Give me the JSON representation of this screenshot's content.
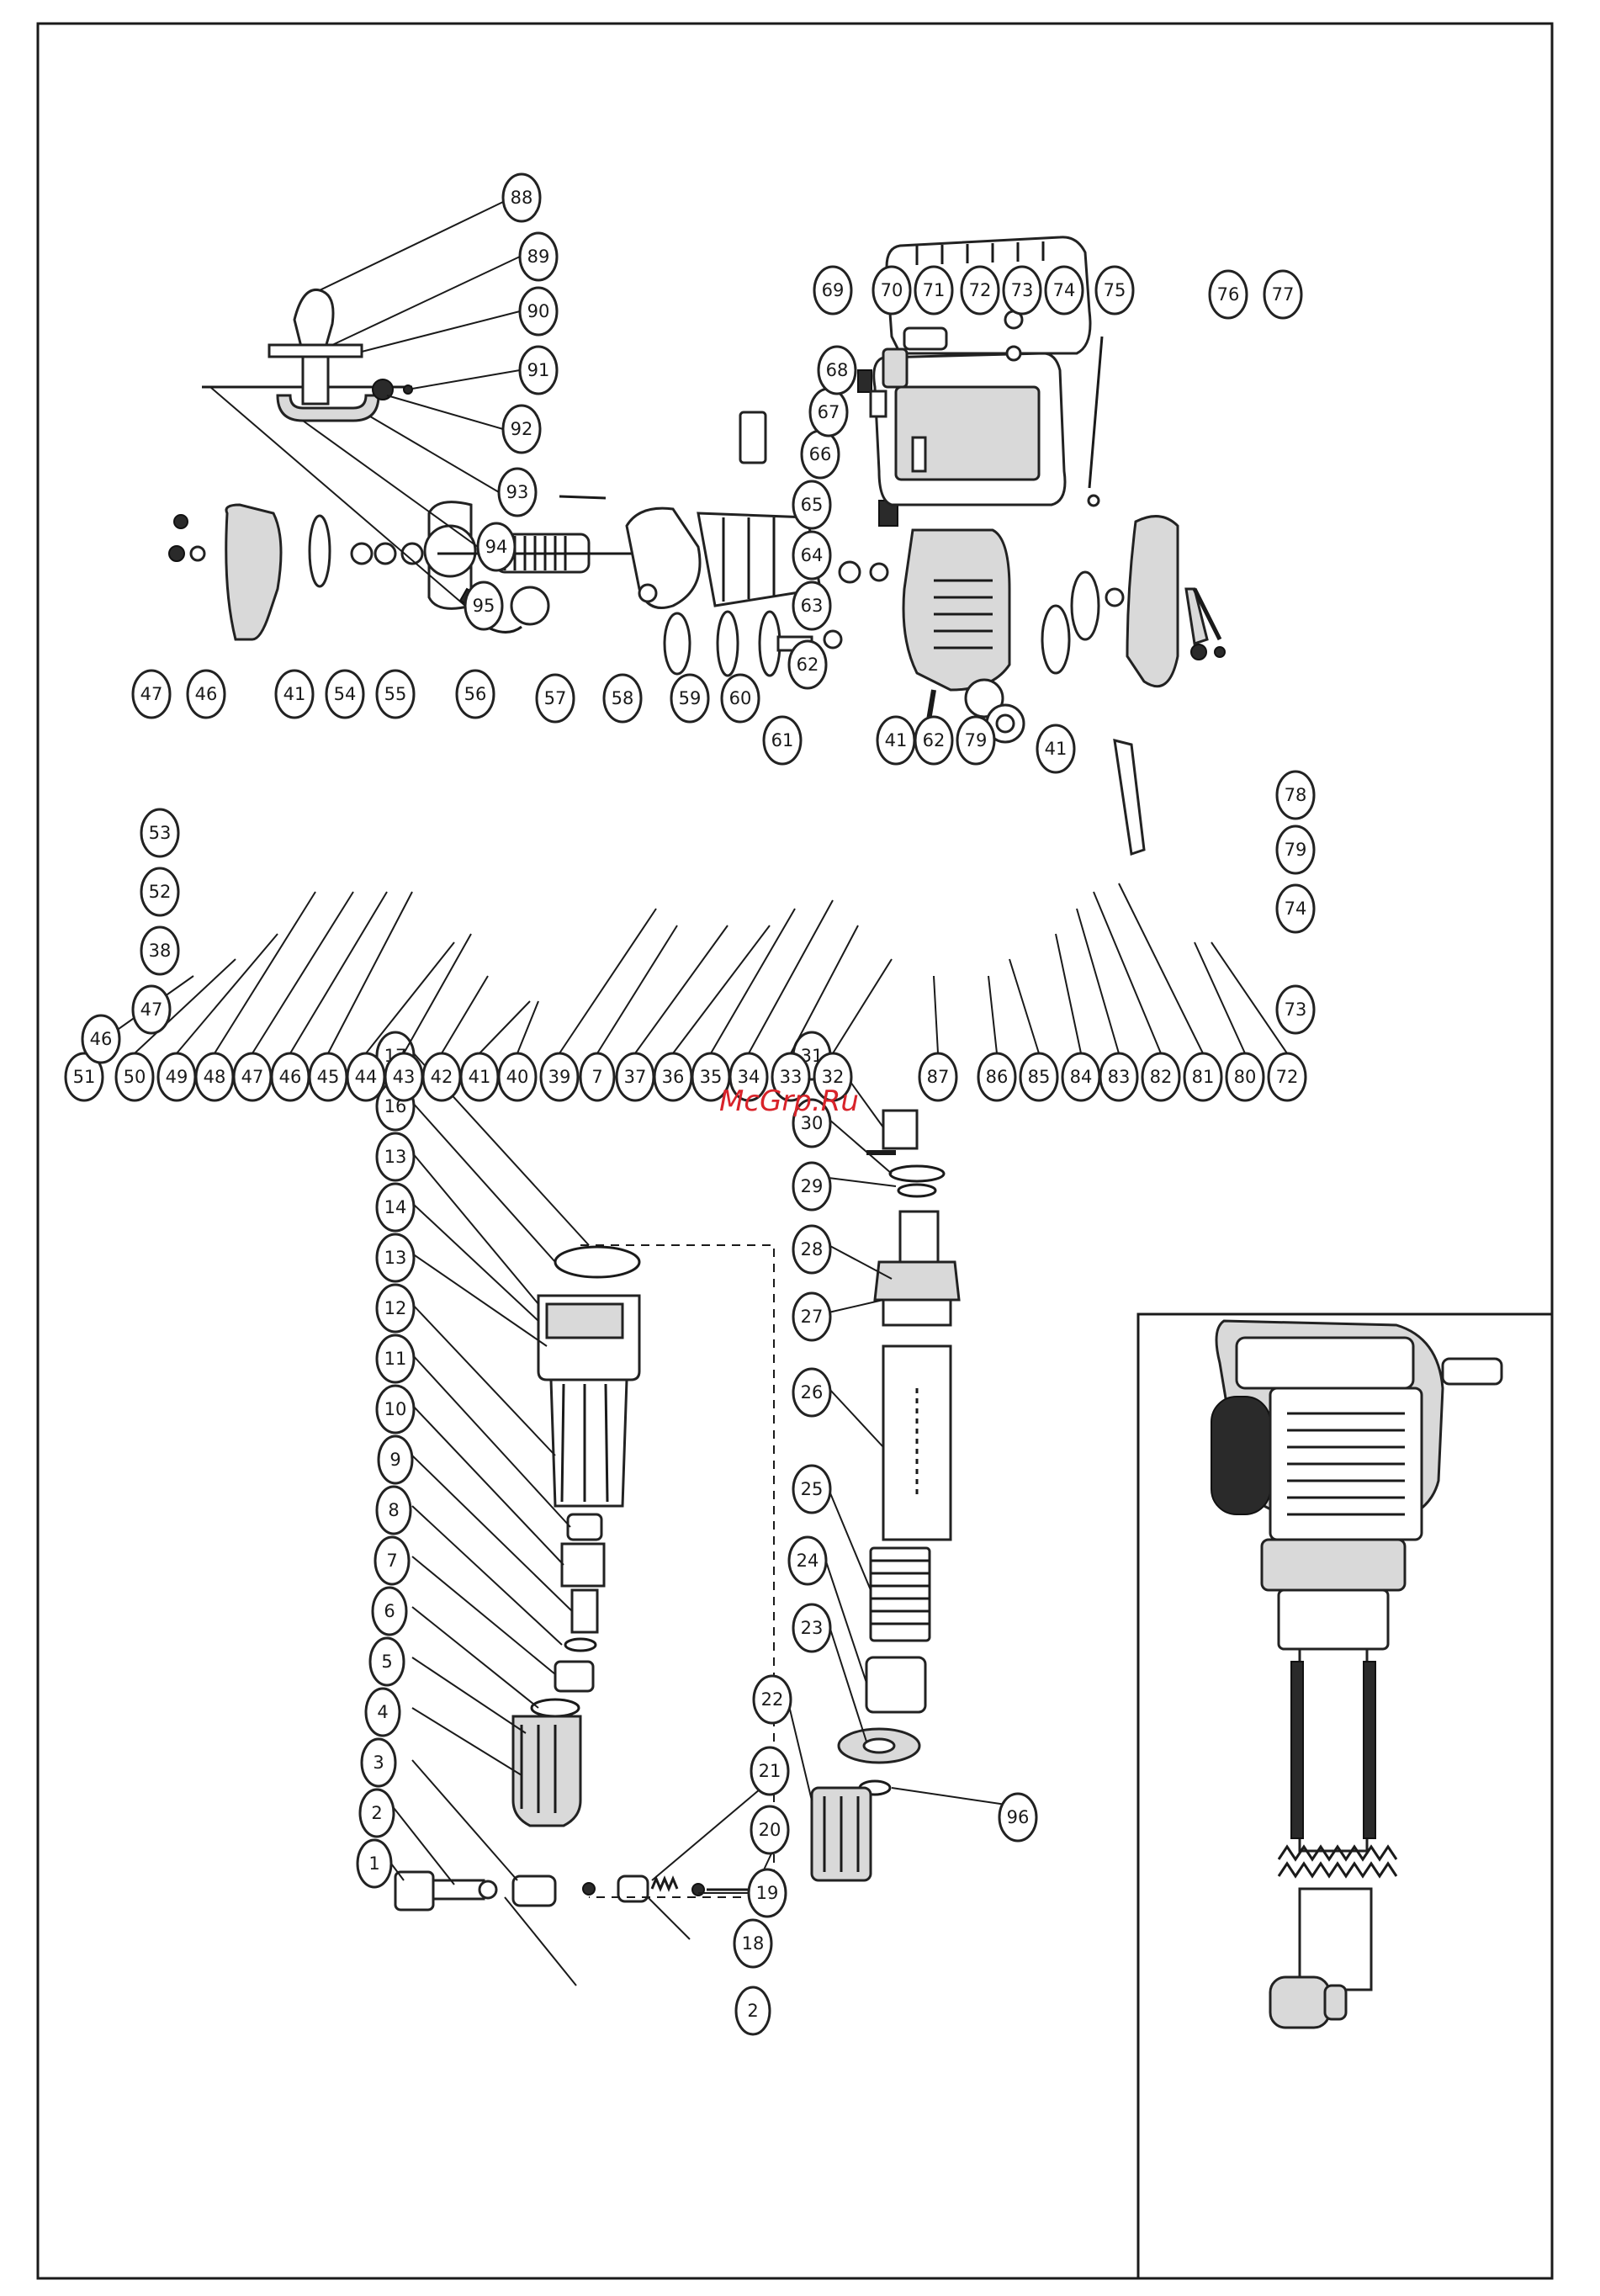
{
  "watermark": "McGrp.Ru",
  "callouts": {
    "c1": "1",
    "c2": "2",
    "c3": "3",
    "c4": "4",
    "c5": "5",
    "c6": "6",
    "c7": "7",
    "c8": "8",
    "c9": "9",
    "c10": "10",
    "c11": "11",
    "c12": "12",
    "c13a": "13",
    "c14": "14",
    "c13b": "13",
    "c16": "16",
    "c17": "17",
    "c2b": "2",
    "c18": "18",
    "c19": "19",
    "c20": "20",
    "c21": "21",
    "c22": "22",
    "c23": "23",
    "c24": "24",
    "c25": "25",
    "c26": "26",
    "c27": "27",
    "c28": "28",
    "c29": "29",
    "c30": "30",
    "c31": "31",
    "c96": "96",
    "r51": "51",
    "r50": "50",
    "r49": "49",
    "r48": "48",
    "r47": "47",
    "r46": "46",
    "r45": "45",
    "r44": "44",
    "r43": "43",
    "r42": "42",
    "r41": "41",
    "r40": "40",
    "r39": "39",
    "r7": "7",
    "r37": "37",
    "r36": "36",
    "r35": "35",
    "r34": "34",
    "r33": "33",
    "r32": "32",
    "r87": "87",
    "r86": "86",
    "r85": "85",
    "r84": "84",
    "r83": "83",
    "r82": "82",
    "r81": "81",
    "r80": "80",
    "r72": "72",
    "t53": "53",
    "t52": "52",
    "t38": "38",
    "t47a": "47",
    "t46a": "46",
    "t47": "47",
    "t46": "46",
    "t41": "41",
    "t54": "54",
    "t55": "55",
    "t56": "56",
    "t57": "57",
    "t58": "58",
    "t59": "59",
    "t60": "60",
    "t61": "61",
    "t62": "62",
    "t62b": "62",
    "t41b": "41",
    "t41c": "41",
    "t79": "79",
    "t78": "78",
    "t79b": "79",
    "t74": "74",
    "t73": "73",
    "u63": "63",
    "u64": "64",
    "u65": "65",
    "u66": "66",
    "u67": "67",
    "u68": "68",
    "u69": "69",
    "u70": "70",
    "u71": "71",
    "u72": "72",
    "u73": "73",
    "u74": "74",
    "u75": "75",
    "u76": "76",
    "u77": "77",
    "h88": "88",
    "h89": "89",
    "h90": "90",
    "h91": "91",
    "h92": "92",
    "h93": "93",
    "h94": "94",
    "h95": "95"
  }
}
